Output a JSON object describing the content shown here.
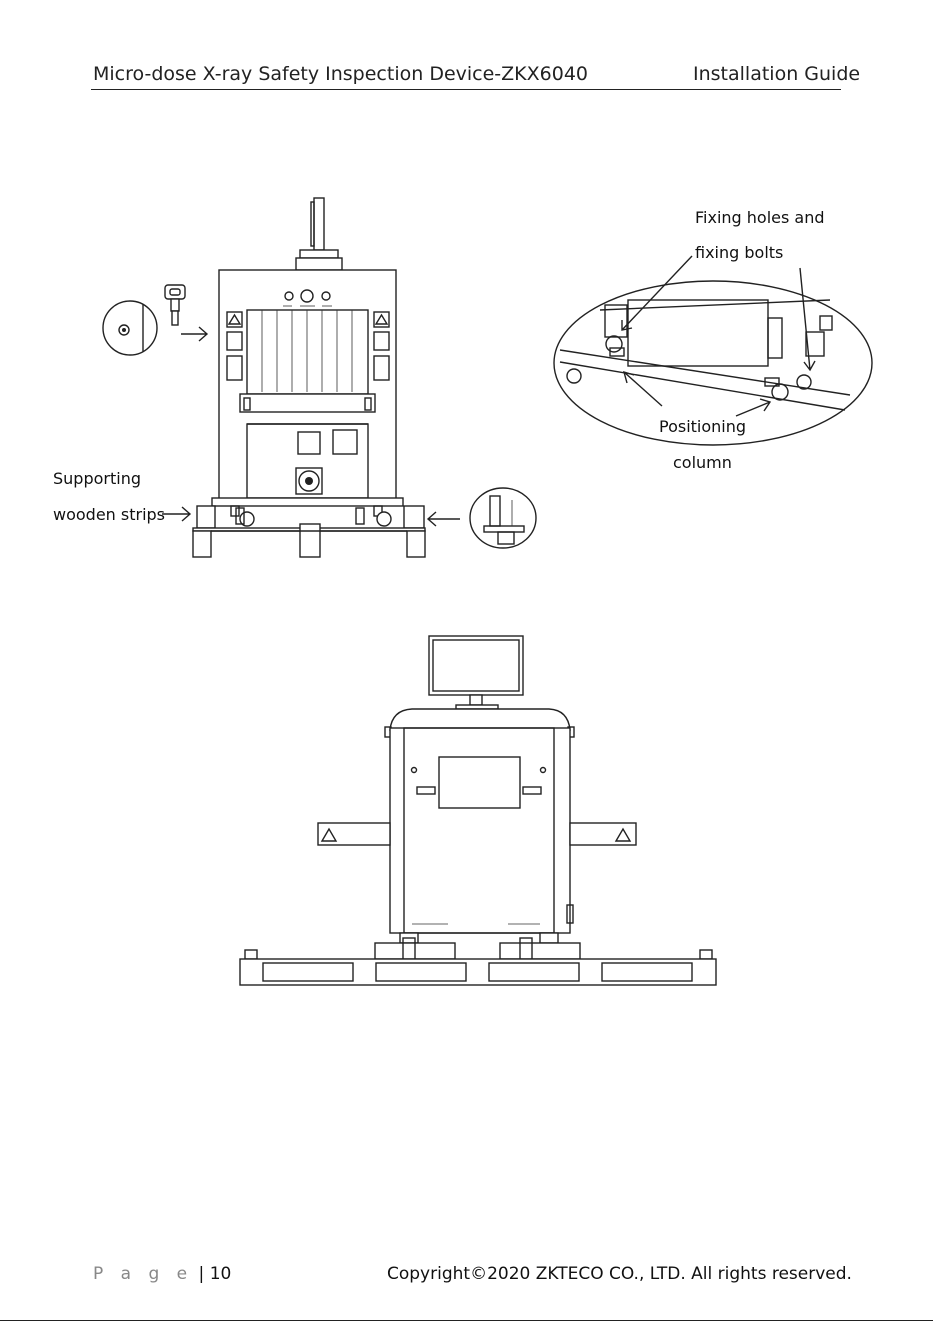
{
  "header": {
    "document_title": "Micro-dose X-ray Safety Inspection Device-ZKX6040",
    "section_title": "Installation Guide"
  },
  "figure1": {
    "labels": {
      "supporting_line1": "Supporting",
      "supporting_line2": "wooden strips",
      "fixing_line1": "Fixing holes and",
      "fixing_line2": "fixing bolts",
      "positioning_line1": "Positioning",
      "positioning_line2": "column"
    },
    "icons": [
      "key-icon",
      "lock-detail-icon",
      "caster-detail-icon",
      "warning-label-icon"
    ]
  },
  "figure2": {
    "icons": [
      "monitor-icon",
      "warning-label-icon"
    ]
  },
  "footer": {
    "page_word": "P a g e",
    "separator": "|",
    "page_number": "10",
    "copyright": "Copyright©2020 ZKTECO CO., LTD.  All rights reserved."
  }
}
